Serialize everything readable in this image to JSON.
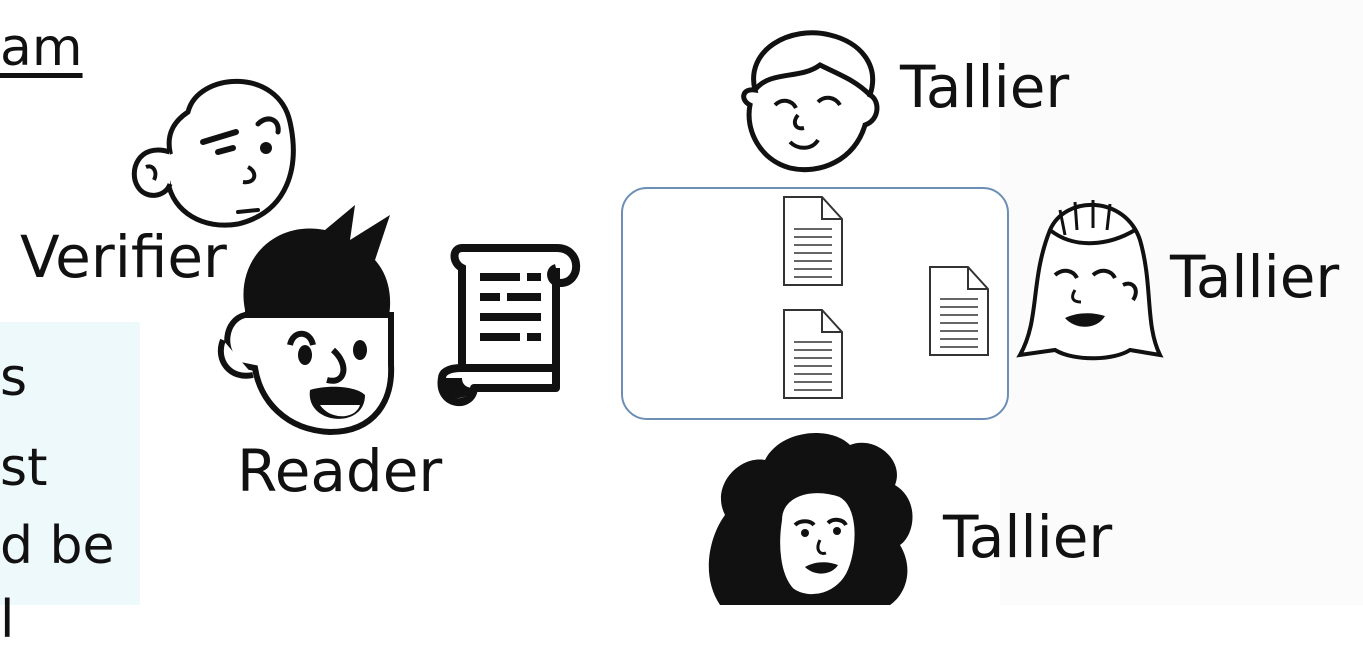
{
  "top_left_fragment": "am",
  "side_panel": {
    "lines": [
      "s",
      "st",
      "d be",
      "l"
    ]
  },
  "roles": {
    "verifier": "Verifier",
    "reader": "Reader",
    "tallier_top": "Tallier",
    "tallier_right": "Tallier",
    "tallier_bottom": "Tallier"
  },
  "colors": {
    "ballot_box_border": "#6d8fb6",
    "side_panel_bg": "#eef9fc"
  },
  "icons": {
    "verifier": "bald-man-icon",
    "reader": "reader-man-icon",
    "scroll": "scroll-icon",
    "tallier_top": "man-face-icon",
    "tallier_right": "woman-face-icon",
    "tallier_bottom": "curly-hair-woman-icon",
    "document": "document-icon"
  }
}
